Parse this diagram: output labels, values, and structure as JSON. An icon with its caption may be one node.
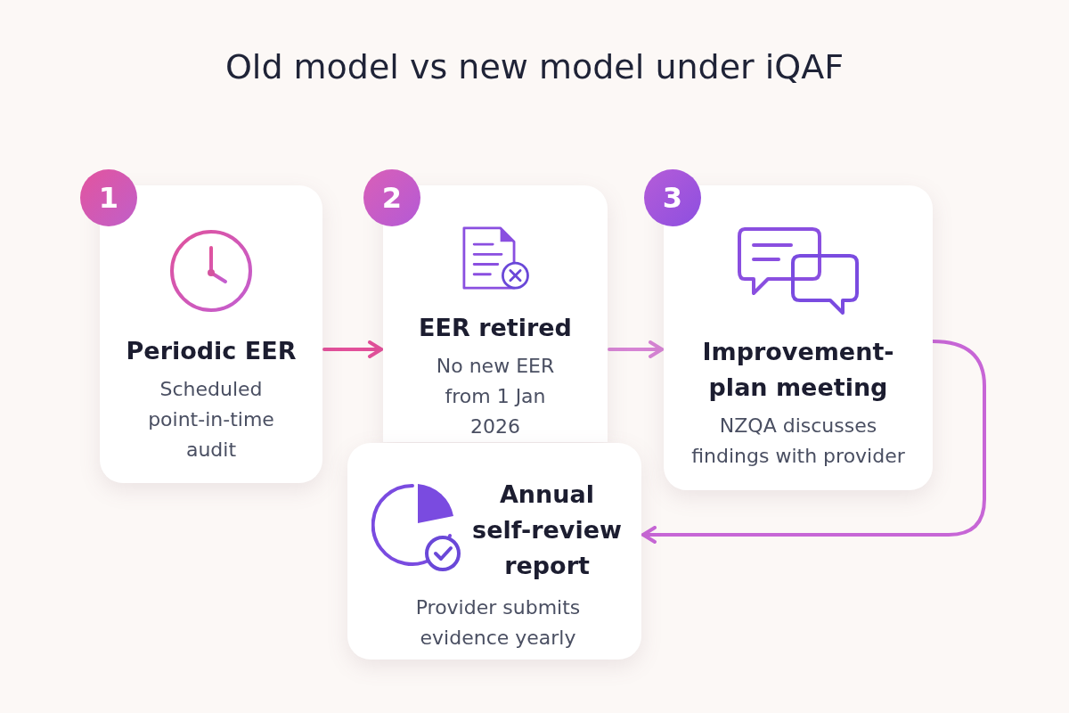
{
  "diagram": {
    "title": "Old model vs new model under iQAF",
    "nodes": [
      {
        "text": [
          "1",
          "Periodic EER",
          "Scheduled point-in-time audit"
        ]
      },
      {
        "text": [
          "2",
          "EER retired",
          "No new EER from 1 Jan 2026"
        ]
      },
      {
        "text": [
          "3",
          "Improvement-plan meeting",
          "NZQA discusses findings with provider"
        ]
      },
      {
        "text": [
          "Annual self-review report",
          "Provider submits evidence yearly"
        ]
      }
    ],
    "edges": [
      {
        "from": 0,
        "to": 1,
        "arrow": "to",
        "color": "#e2509a"
      },
      {
        "from": 1,
        "to": 2,
        "arrow": "to",
        "color": "#d684d4"
      },
      {
        "from": 2,
        "to": 3,
        "arrow": "to",
        "color": "#c766d6"
      }
    ]
  }
}
